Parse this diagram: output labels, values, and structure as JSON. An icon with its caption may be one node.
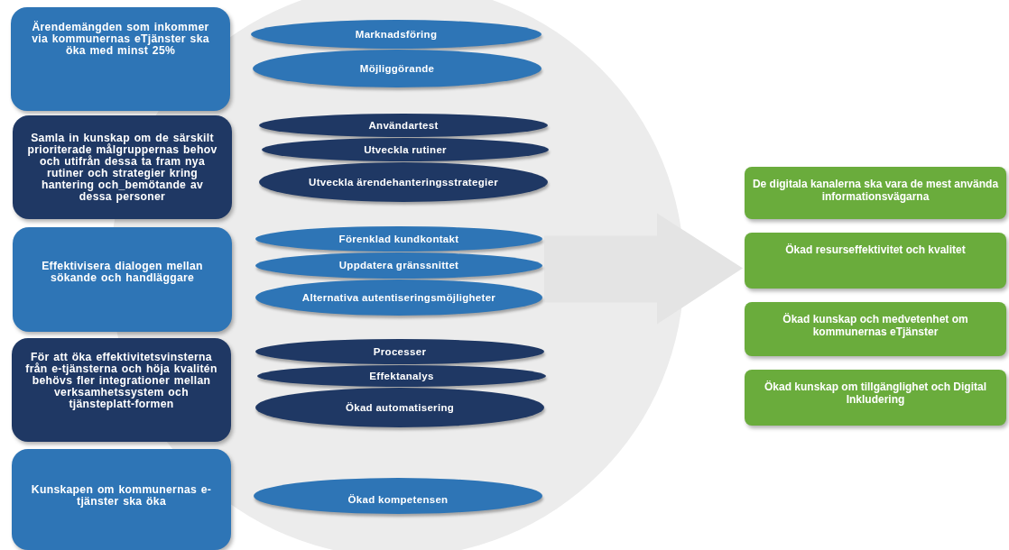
{
  "diagram": {
    "nodes": [
      {
        "text": [
          "Ärendemängden som inkommer via kommunernas eTjänster ska öka med minst 25%"
        ]
      },
      {
        "text": [
          "Marknadsföring"
        ]
      },
      {
        "text": [
          "Möjliggörande"
        ]
      },
      {
        "text": [
          "Samla in kunskap om de särskilt prioriterade målgruppernas behov och utifrån dessa ta fram nya rutiner och strategier kring hantering och_bemötande av dessa personer"
        ]
      },
      {
        "text": [
          "Användartest"
        ]
      },
      {
        "text": [
          "Utveckla rutiner"
        ]
      },
      {
        "text": [
          "Utveckla ärendehanteringsstrategier"
        ]
      },
      {
        "text": [
          "Effektivisera dialogen mellan sökande och handläggare"
        ]
      },
      {
        "text": [
          "Förenklad kundkontakt"
        ]
      },
      {
        "text": [
          "Uppdatera gränssnittet"
        ]
      },
      {
        "text": [
          "Alternativa autentiseringsmöjligheter"
        ]
      },
      {
        "text": [
          "För att öka effektivitetsvinsterna från e-tjänsterna och höja kvalitén behövs fler integrationer mellan verksamhetssystem och tjänsteplatt-formen"
        ]
      },
      {
        "text": [
          "Processer"
        ]
      },
      {
        "text": [
          "Effektanalys"
        ]
      },
      {
        "text": [
          "Ökad automatisering"
        ]
      },
      {
        "text": [
          "Kunskapen om kommunernas e-tjänster ska öka"
        ]
      },
      {
        "text": [
          "Ökad kompetensen"
        ]
      },
      {
        "text": [
          "De digitala kanalerna ska vara de mest använda informationsvägarna"
        ]
      },
      {
        "text": [
          "Ökad resurseffektivitet och kvalitet"
        ]
      },
      {
        "text": [
          "Ökad kunskap och medvetenhet om kommunernas eTjänster"
        ]
      },
      {
        "text": [
          "Ökad kunskap om tillgänglighet och Digital Inkludering"
        ]
      }
    ],
    "edges": [
      {
        "from": 9,
        "to": 18,
        "arrow": "to"
      }
    ]
  }
}
